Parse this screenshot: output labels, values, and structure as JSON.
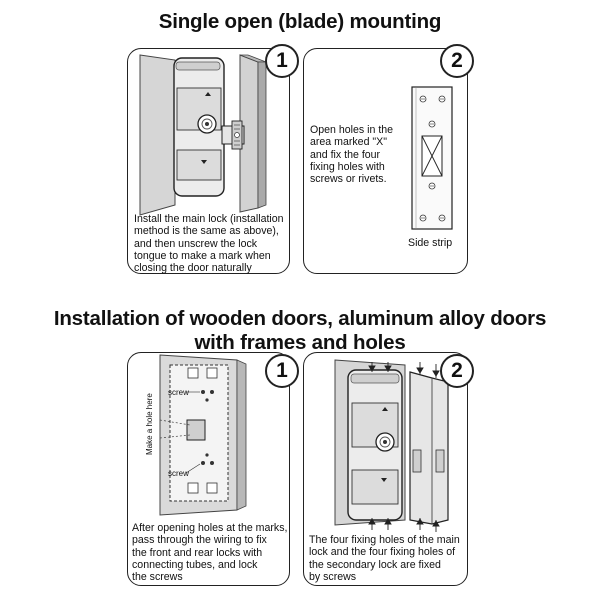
{
  "section1": {
    "title": "Single open (blade) mounting",
    "panel1": {
      "badge": "1",
      "caption": [
        "Install the main lock (installation",
        "method is the same as above),",
        "and then unscrew the lock",
        "tongue to make a mark when",
        "closing the door naturally"
      ]
    },
    "panel2": {
      "badge": "2",
      "caption": [
        "Open holes in the",
        "area marked \"X\"",
        "and fix the four",
        "fixing holes with",
        "screws or rivets."
      ],
      "strip_label": "Side strip"
    }
  },
  "section2": {
    "title_line1": "Installation of wooden doors, aluminum alloy doors",
    "title_line2": "with frames and holes",
    "panel1": {
      "badge": "1",
      "caption": [
        "After opening holes at the marks,",
        "pass through the wiring to fix",
        "the front and rear locks with",
        "connecting tubes, and lock",
        "the screws"
      ],
      "vertical_label": "Make a hole here",
      "screw_label_top": "screw",
      "screw_label_bottom": "screw"
    },
    "panel2": {
      "badge": "2",
      "caption": [
        "The four fixing holes of the main",
        "lock and the four fixing holes of",
        "the secondary lock are fixed",
        "by screws"
      ]
    }
  }
}
